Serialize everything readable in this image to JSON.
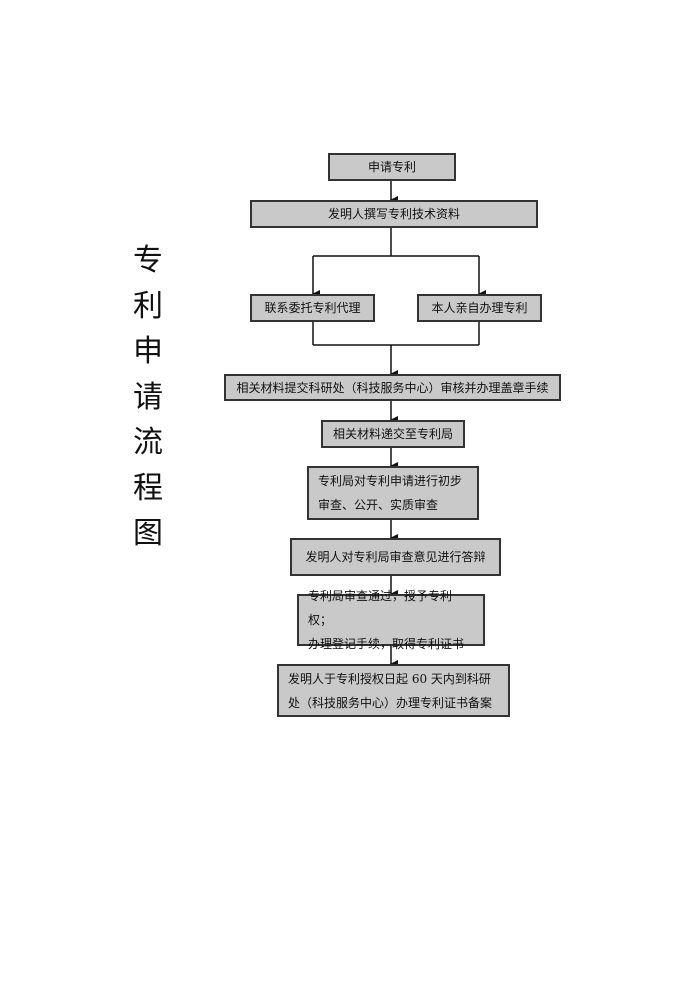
{
  "title_chars": [
    "专",
    "利",
    "申",
    "请",
    "流",
    "程",
    "图"
  ],
  "steps": {
    "apply": "申请专利",
    "write": "发明人撰写专利技术资料",
    "agent": "联系委托专利代理",
    "self": "本人亲自办理专利",
    "submit_office": "相关材料提交科研处（科技服务中心）审核并办理盖章手续",
    "deliver": "相关材料递交至专利局",
    "exam_l1": "专利局对专利申请进行初步",
    "exam_l2": "审查、公开、实质审查",
    "reply": "发明人对专利局审查意见进行答辩",
    "grant_l1": "专利局审查通过，授予专利权；",
    "grant_l2": "办理登记手续，取得专利证书",
    "record_l1": "发明人于专利授权日起 60 天内到科研",
    "record_l2": "处（科技服务中心）办理专利证书备案"
  }
}
